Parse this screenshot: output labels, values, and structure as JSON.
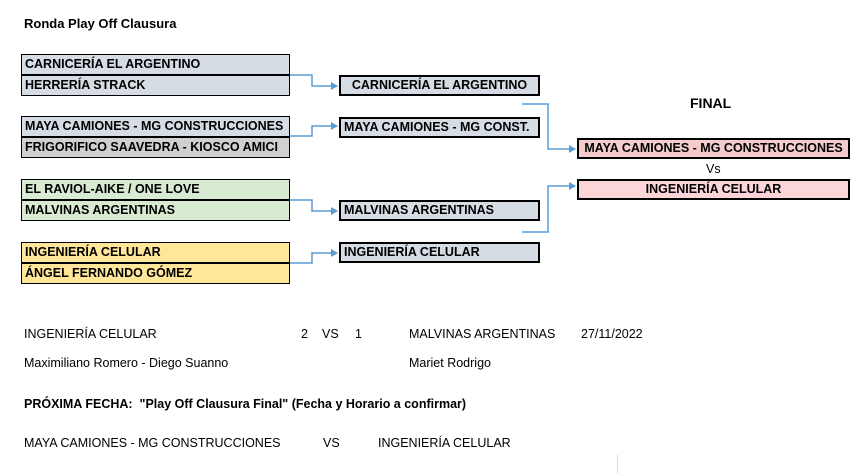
{
  "title": "Ronda Play Off Clausura",
  "round1": [
    {
      "team_a": "CARNICERÍA EL ARGENTINO",
      "team_b": "HERRERÍA STRACK"
    },
    {
      "team_a": "MAYA CAMIONES - MG CONSTRUCCIONES",
      "team_b": "FRIGORIFICO SAAVEDRA - KIOSCO AMICI"
    },
    {
      "team_a": "EL RAVIOL-AIKE / ONE LOVE",
      "team_b": "MALVINAS ARGENTINAS"
    },
    {
      "team_a": "INGENIERÍA CELULAR",
      "team_b": "ÁNGEL FERNANDO GÓMEZ"
    }
  ],
  "round2": [
    "CARNICERÍA EL ARGENTINO",
    "MAYA CAMIONES - MG CONST.",
    "MALVINAS ARGENTINAS",
    "INGENIERÍA CELULAR"
  ],
  "final": {
    "label": "FINAL",
    "team_a": "MAYA CAMIONES - MG CONSTRUCCIONES",
    "vs": "Vs",
    "team_b": "INGENIERÍA CELULAR"
  },
  "result": {
    "team_a": "INGENIERÍA CELULAR",
    "score_a": "2",
    "vs": "VS",
    "score_b": "1",
    "team_b": "MALVINAS ARGENTINAS",
    "date": "27/11/2022",
    "scorers_a": "Maximiliano Romero - Diego Suanno",
    "scorers_b": "Mariet Rodrigo"
  },
  "next": {
    "label": "PRÓXIMA FECHA:",
    "text": "\"Play Off Clausura Final\" (Fecha y Horario a confirmar)",
    "team_a": "MAYA CAMIONES - MG CONSTRUCCIONES",
    "vs": "VS",
    "team_b": "INGENIERÍA CELULAR"
  },
  "colors": {
    "connector": "#5b9bd5",
    "grey": "#d6dce4",
    "green": "#d9ead3",
    "yellow": "#ffe699",
    "pink": "#f4cccc"
  }
}
